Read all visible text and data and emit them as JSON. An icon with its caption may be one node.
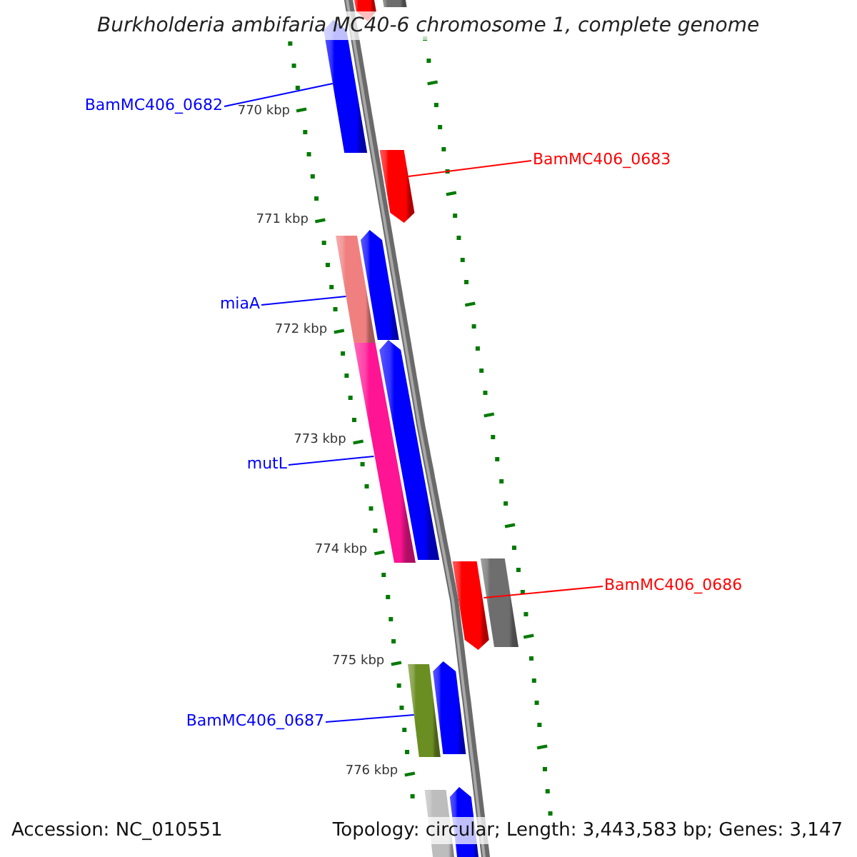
{
  "diagram": {
    "title": "Burkholderia ambifaria MC40-6 chromosome 1, complete genome",
    "nodes": [
      {
        "text": [],
        "shape": "bar"
      },
      {
        "text": [],
        "shape": "bar"
      },
      {
        "text": [
          "BamMC406_0682"
        ]
      },
      {
        "text": [],
        "shape": "bar"
      },
      {
        "text": [
          "BamMC406_0683"
        ]
      },
      {
        "text": [],
        "shape": "bar"
      },
      {
        "text": [
          "miaA"
        ]
      },
      {
        "text": [],
        "shape": "bar"
      },
      {
        "text": [],
        "shape": "bar"
      },
      {
        "text": [
          "mutL"
        ]
      },
      {
        "text": [],
        "shape": "bar"
      },
      {
        "text": [],
        "shape": "bar"
      },
      {
        "text": [
          "BamMC406_0686"
        ]
      },
      {
        "text": [],
        "shape": "bar"
      },
      {
        "text": [],
        "shape": "bar"
      },
      {
        "text": [
          "BamMC406_0687"
        ]
      },
      {
        "text": [],
        "shape": "bar"
      },
      {
        "text": [],
        "shape": "bar"
      },
      {
        "text": [],
        "shape": "bar"
      },
      {
        "text": [],
        "shape": "bar"
      }
    ],
    "edges": [
      {
        "from": 2,
        "to": 3,
        "arrow": "none"
      },
      {
        "from": 4,
        "to": 5,
        "arrow": "none",
        "color": "#ff0000"
      },
      {
        "from": 6,
        "to": 7,
        "arrow": "none"
      },
      {
        "from": 9,
        "to": 10,
        "arrow": "none"
      },
      {
        "from": 12,
        "to": 13,
        "arrow": "none",
        "color": "#ff0000"
      },
      {
        "from": 15,
        "to": 16,
        "arrow": "none"
      }
    ],
    "labels": [
      "770 kbp",
      "771 kbp",
      "772 kbp",
      "773 kbp",
      "774 kbp",
      "775 kbp",
      "776 kbp",
      "Accession: NC_010551",
      "Topology: circular; Length: 3,443,583 bp; Genes: 3,147"
    ]
  }
}
